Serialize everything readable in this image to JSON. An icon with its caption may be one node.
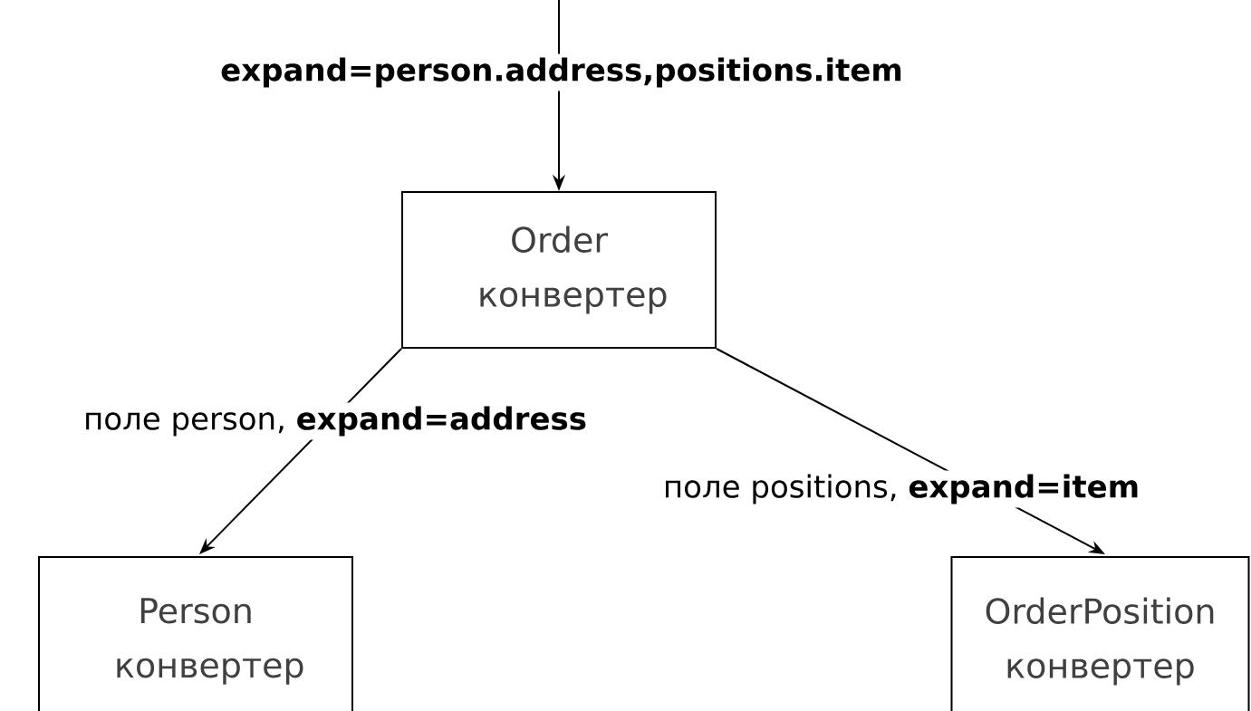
{
  "diagram": {
    "nodes": [
      {
        "text": [
          "Order конвертер"
        ]
      },
      {
        "text": [
          "Person конвертер"
        ]
      },
      {
        "text": [
          "OrderPosition конвертер"
        ]
      }
    ],
    "edges": [
      {
        "from": null,
        "to": 0,
        "arrow": "to",
        "label": "expand=person.address,positions.item"
      },
      {
        "from": 0,
        "to": 1,
        "arrow": "to",
        "label": "поле person, **expand=address**"
      },
      {
        "from": 0,
        "to": 2,
        "arrow": "to",
        "label": "поле positions, **expand=item**"
      }
    ]
  }
}
